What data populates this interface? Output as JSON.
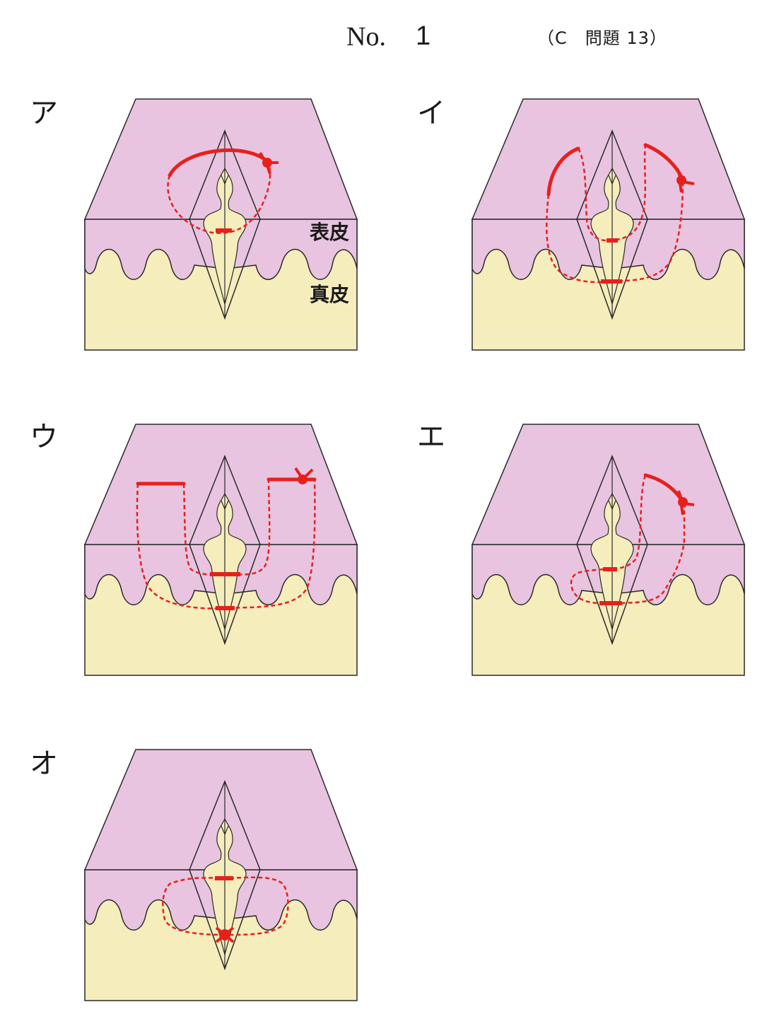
{
  "header": {
    "no_label": "No.",
    "no_value": "1",
    "ref_label": "（C　問題 13）"
  },
  "layer_labels": {
    "epidermis": "表皮",
    "dermis": "真皮"
  },
  "panels": [
    {
      "letter": "ア"
    },
    {
      "letter": "イ"
    },
    {
      "letter": "ウ"
    },
    {
      "letter": "エ"
    },
    {
      "letter": "オ"
    }
  ],
  "colors": {
    "epidermis": "#e8c4e0",
    "dermis": "#f5edbb",
    "suture": "#e8201c",
    "outline": "#2a2a2a"
  }
}
